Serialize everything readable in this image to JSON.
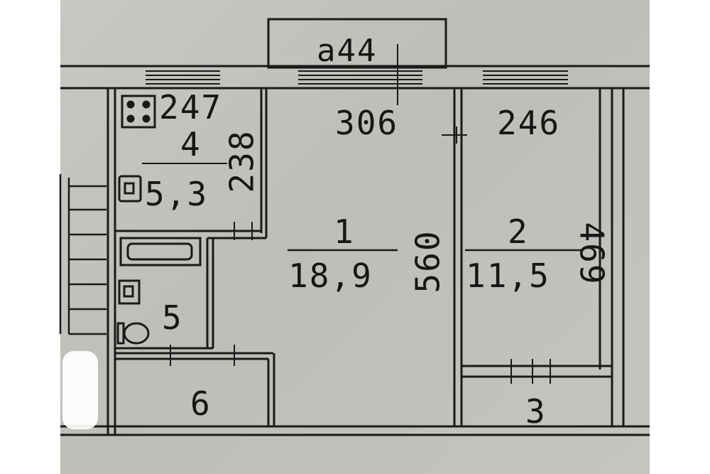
{
  "plan": {
    "balcony": "а44",
    "rooms": [
      {
        "id": "room-1",
        "number": "1",
        "area": "18,9"
      },
      {
        "id": "room-2",
        "number": "2",
        "area": "11,5"
      },
      {
        "id": "room-3",
        "number": "3"
      },
      {
        "id": "room-4",
        "number": "4",
        "area": "5,3"
      },
      {
        "id": "room-5",
        "number": "5"
      },
      {
        "id": "room-6",
        "number": "6"
      }
    ],
    "dimensions": {
      "room1_width": "306",
      "room1_length": "560",
      "room2_width": "246",
      "room2_length": "469",
      "kitchen_width": "247",
      "kitchen_length": "238"
    }
  },
  "colors": {
    "paper": "#c6c4bf",
    "ink": "#161616"
  }
}
